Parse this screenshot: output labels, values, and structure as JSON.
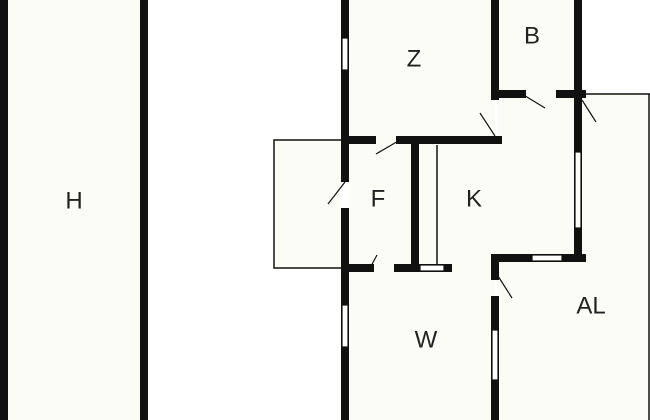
{
  "floor_plan": {
    "rooms": [
      {
        "id": "H",
        "label": "H"
      },
      {
        "id": "Z",
        "label": "Z"
      },
      {
        "id": "B",
        "label": "B"
      },
      {
        "id": "F",
        "label": "F"
      },
      {
        "id": "K",
        "label": "K"
      },
      {
        "id": "W",
        "label": "W"
      },
      {
        "id": "AL",
        "label": "AL"
      }
    ]
  }
}
